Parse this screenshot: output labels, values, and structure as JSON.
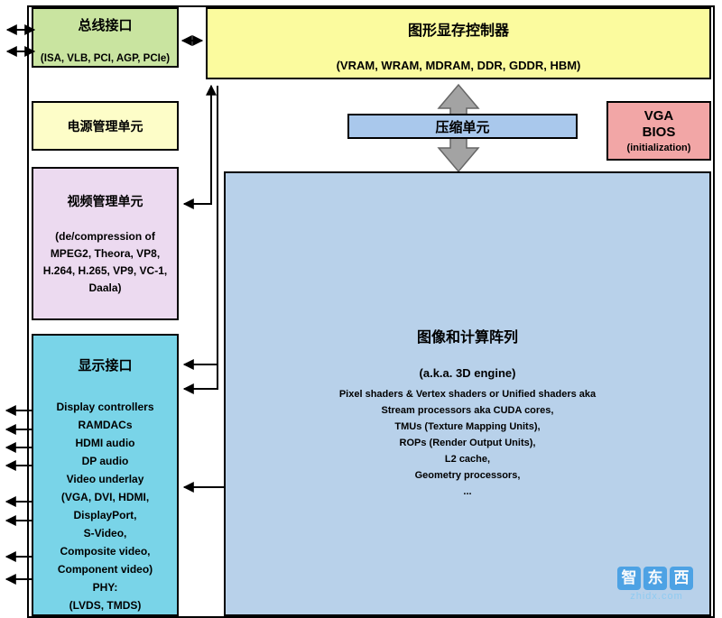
{
  "diagram": {
    "bus_interface": {
      "title": "总线接口",
      "subtitle": "(ISA, VLB, PCI, AGP, PCIe)"
    },
    "memory_controller": {
      "title": "图形显存控制器",
      "subtitle": "(VRAM, WRAM, MDRAM, DDR, GDDR, HBM)"
    },
    "power_unit": {
      "title": "电源管理单元"
    },
    "video_unit": {
      "title": "视频管理单元",
      "lines": [
        "(de/compression of",
        "MPEG2, Theora, VP8,",
        "H.264, H.265, VP9, VC-1,",
        "Daala)"
      ]
    },
    "display_interface": {
      "title": "显示接口",
      "lines": [
        "Display controllers",
        "RAMDACs",
        "HDMI audio",
        "DP audio",
        "Video underlay",
        "(VGA, DVI, HDMI,",
        "DisplayPort,",
        "S-Video,",
        "Composite video,",
        "Component video)",
        "PHY:",
        "(LVDS, TMDS)"
      ]
    },
    "compression_unit": {
      "title": "压缩单元"
    },
    "vga_bios": {
      "line1": "VGA",
      "line2": "BIOS",
      "line3": "(initialization)"
    },
    "compute_array": {
      "title": "图像和计算阵列",
      "subtitle": "(a.k.a. 3D engine)",
      "lines": [
        "Pixel shaders & Vertex shaders or Unified shaders aka",
        "Stream processors aka CUDA cores,",
        "TMUs (Texture Mapping Units),",
        "ROPs (Render Output Units),",
        "L2 cache,",
        "Geometry processors,",
        "..."
      ]
    }
  },
  "colors": {
    "bus_green": "#c9e4a0",
    "memory_yellow": "#fbfb9e",
    "power_pale_yellow": "#fdfdc8",
    "video_lavender": "#ecdaf0",
    "display_cyan": "#79d4e8",
    "compression_blue": "#a9c8ec",
    "vga_pink": "#f2a6a6",
    "array_blue": "#b8d1ea",
    "arrow_gray": "#a3a3a3",
    "watermark_blue": "#429de4"
  },
  "watermark": {
    "chars": [
      "智",
      "东",
      "西"
    ],
    "domain": "zhidx.com"
  }
}
